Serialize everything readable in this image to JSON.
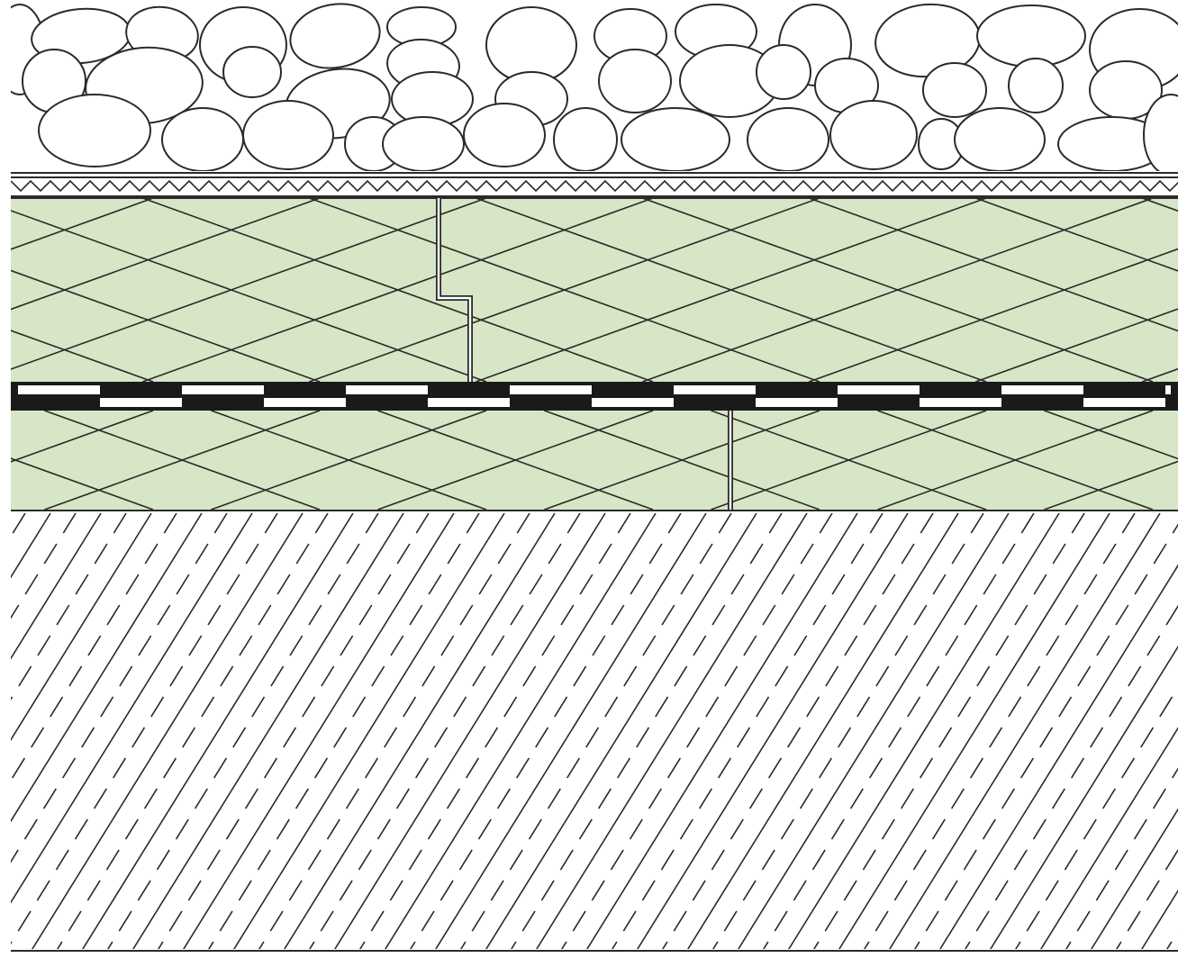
{
  "diagram": {
    "kind": "construction-section",
    "layers": [
      {
        "id": "gravel-ballast",
        "pattern": "rounded-stones"
      },
      {
        "id": "protection-mat",
        "pattern": "zigzag"
      },
      {
        "id": "insulation-upper",
        "pattern": "crosshatch"
      },
      {
        "id": "waterproofing-membrane",
        "pattern": "black-white-dashes"
      },
      {
        "id": "insulation-lower",
        "pattern": "crosshatch"
      },
      {
        "id": "concrete-slab",
        "pattern": "diagonal-solid-dashed"
      }
    ],
    "colors": {
      "insulation_fill": "#d7e6c6",
      "line": "#2a2a2a",
      "membrane_dark": "#1a1a1a",
      "membrane_light": "#ffffff",
      "background": "#ffffff"
    }
  }
}
